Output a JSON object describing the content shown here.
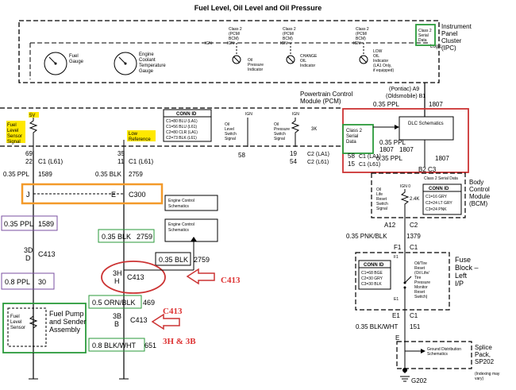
{
  "title": "Fuel Level, Oil Level and Oil Pressure",
  "ipc": {
    "name": "Instrument Panel Cluster (IPC)",
    "logic": "Logic",
    "class2_top": "Class 2 Serial Data",
    "fuel_gauge": "Fuel Gauge",
    "coolant_gauge": "Engine Coolant Temperature Gauge",
    "ign": "IGN",
    "class2_pcm_bcm": "Class 2 (PCM/ BCM)",
    "oil_pressure_ind": "Oil Pressure Indicator",
    "change_oil_ind": "CHANGE OIL Indicator",
    "low_oil_ind": "LOW OIL Indicator (LA1 Only, if equipped)"
  },
  "pcm": {
    "name": "Powertrain Control Module (PCM)",
    "pontiac": "(Pontiac) A9",
    "olds": "(Oldsmobile) B1",
    "wire_top": "0.35 PPL",
    "circ_top": "1807",
    "sv": "5V",
    "fuel_signal": "Fuel Level Sensor Signal",
    "low_ref": "Low Reference",
    "conn_id_title": "CONN ID",
    "conn_id": [
      "C1=80 BLU (LA1)",
      "C1=56 BLU (L61)",
      "C2=80 CLR (LA1)",
      "C2=73 BLK (L61)"
    ],
    "ign": "IGN",
    "oil_level_switch": "Oil Level Switch Signal",
    "oil_press_switch": "Oil Pressure Switch Signal",
    "res_3k": "3K",
    "pin58": "58",
    "pin19": "19",
    "pin54": "54",
    "c2_la1": "C2 (LA1)",
    "c2_l61": "C2 (L61)",
    "class2_sd": "Class 2 Serial Data",
    "dlc": "DLC Schematics",
    "p58": "58",
    "p15": "15",
    "c1_la1": "C1 (LA1)",
    "c1_l61": "C1 (L61)",
    "wire_035ppl": "0.35 PPL",
    "circ_1807a": "1807",
    "circ_1807b": "1807",
    "wire_035ppl_b": "0.35 PPL",
    "circ_1807c": "1807",
    "b2c3": "B2 C3"
  },
  "left": {
    "p69": "69",
    "p22": "22",
    "c1_l61": "C1 (L61)",
    "p35": "35",
    "p11": "11",
    "c1_l61b": "C1 (L61)",
    "w1": "0.35 PPL",
    "n1": "1589",
    "w2": "0.35 BLK",
    "n2": "2759",
    "j": "J",
    "e": "E",
    "c300": "C300",
    "ecs1": "Engine Control Schematics",
    "ecs2": "Engine Control Schematics",
    "w3": "0.35 PPL",
    "n3": "1589",
    "w4": "0.35 BLK",
    "n4": "2759",
    "d3": "3D",
    "d": "D",
    "c413a": "C413",
    "w5": "0.35 BLK",
    "n5": "2759",
    "w6": "0.8 PPL",
    "n6": "30",
    "h3": "3H",
    "h": "H",
    "c413b": "C413",
    "red1": "C413",
    "w7": "0.5 ORN/BLK",
    "n7": "469",
    "b3": "3B",
    "b": "B",
    "c413c": "C413",
    "red2": "C413",
    "red3": "3H & 3B",
    "w8": "0.8 BLK/WHT",
    "n8": "651",
    "pump": "Fuel Pump and Sender Assembly",
    "sensor": "Fuel Level Sensor"
  },
  "bcm": {
    "name": "Body Control Module (BCM)",
    "class2": "Class 2 Serial Data",
    "ign0": "IGN 0",
    "reset_switch": "Oil Life Reset Switch Signal",
    "res": "2.4K",
    "conn_id_title": "CONN ID",
    "conn_id": [
      "C1=16 GRY",
      "C2=24 LT GRY",
      "C3=24 PNK"
    ],
    "a12": "A12",
    "c2": "C2",
    "wire": "0.35 PNK/BLK",
    "circ": "1379"
  },
  "fuse": {
    "name": "Fuse Block – Left I/P",
    "f1": "F1",
    "c1": "C1",
    "f1b": "F1",
    "conn_id_title": "CONN ID",
    "conn_id": [
      "C1=68 BGE",
      "C2=30 GRY",
      "C3=30 BLK"
    ],
    "switch": "Oil/Tire Reset (Oil Life/ Tire Pressure Monitor Reset Switch)",
    "e1": "E1",
    "e1b": "E1",
    "c1b": "C1",
    "wire": "0.35 BLK/WHT",
    "circ": "151"
  },
  "splice": {
    "name": "Splice Pack, SP202",
    "note": "(Indexing may vary)",
    "e": "E",
    "ground": "Ground Distribution Schematics",
    "g202": "G202"
  }
}
